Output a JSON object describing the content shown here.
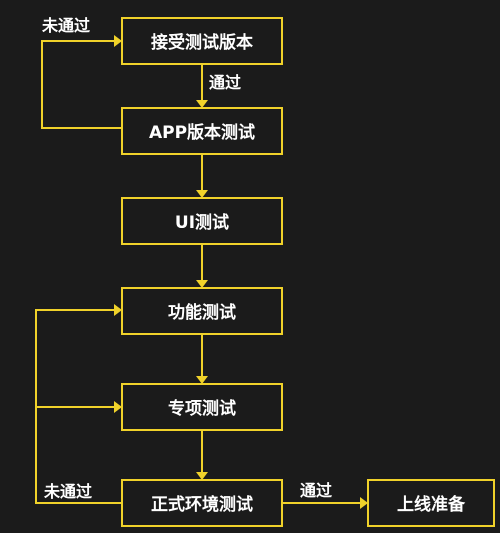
{
  "diagram": {
    "nodes": {
      "receive": "接受测试版本",
      "app": "APP版本测试",
      "ui": "UI测试",
      "func": "功能测试",
      "special": "专项测试",
      "formal": "正式环境测试",
      "release": "上线准备"
    },
    "edge_labels": {
      "receive_to_app": "通过",
      "app_fail": "未通过",
      "formal_fail": "未通过",
      "formal_pass": "通过"
    }
  },
  "colors": {
    "background": "#1b1b1b",
    "stroke": "#f0d22a",
    "text": "#ffffff"
  }
}
